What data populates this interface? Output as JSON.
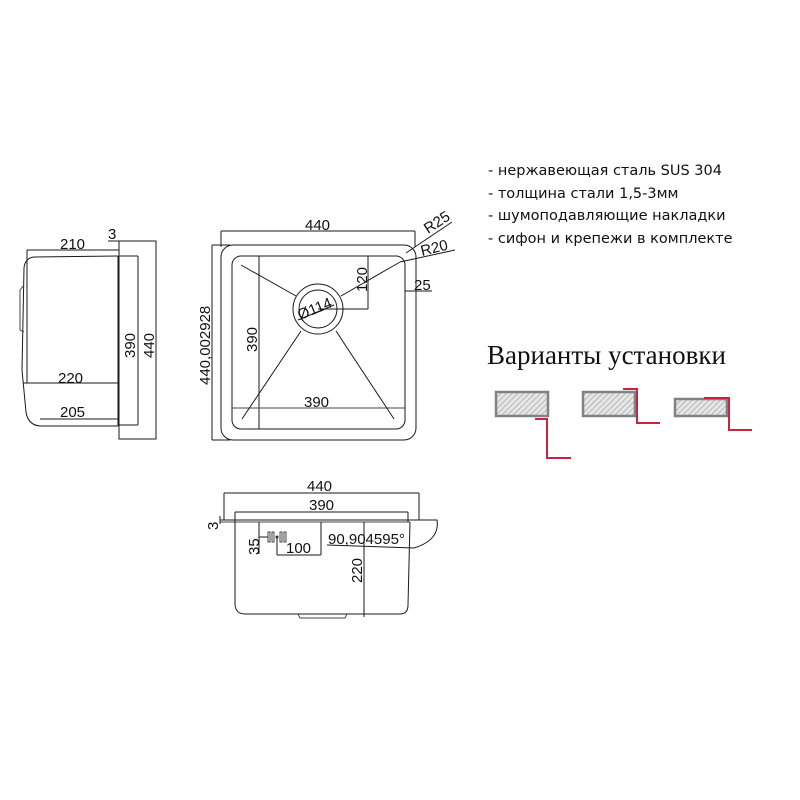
{
  "specs": {
    "items": [
      "- нержавеющая сталь SUS 304",
      "- толщина стали 1,5-3мм",
      "- шумоподавляющие накладки",
      "- сифон и крепежи в комплекте"
    ]
  },
  "install_variants": {
    "title": "Варианты установки",
    "variants": [
      "under-mount",
      "flush-mount",
      "over-mount"
    ],
    "accent_color": "#c8233f",
    "hatch_color": "#7f8386"
  },
  "side_view": {
    "dims": {
      "top_width": "210",
      "thickness": "3",
      "bowl_height": "390",
      "total_height": "440",
      "depth_mid": "220",
      "depth_bottom": "205"
    }
  },
  "top_view": {
    "dims": {
      "width": "440",
      "height": "440,002928",
      "inner_width": "390",
      "inner_height": "390",
      "outer_radius": "R25",
      "inner_radius": "R20",
      "rim": "25",
      "drain_offset": "120",
      "drain_diameter": "Ø114"
    }
  },
  "front_view": {
    "dims": {
      "width": "440",
      "inner_width": "390",
      "thickness": "3",
      "overflow_height": "35",
      "overflow_width": "100",
      "angle": "90,904595°",
      "depth": "220"
    }
  }
}
